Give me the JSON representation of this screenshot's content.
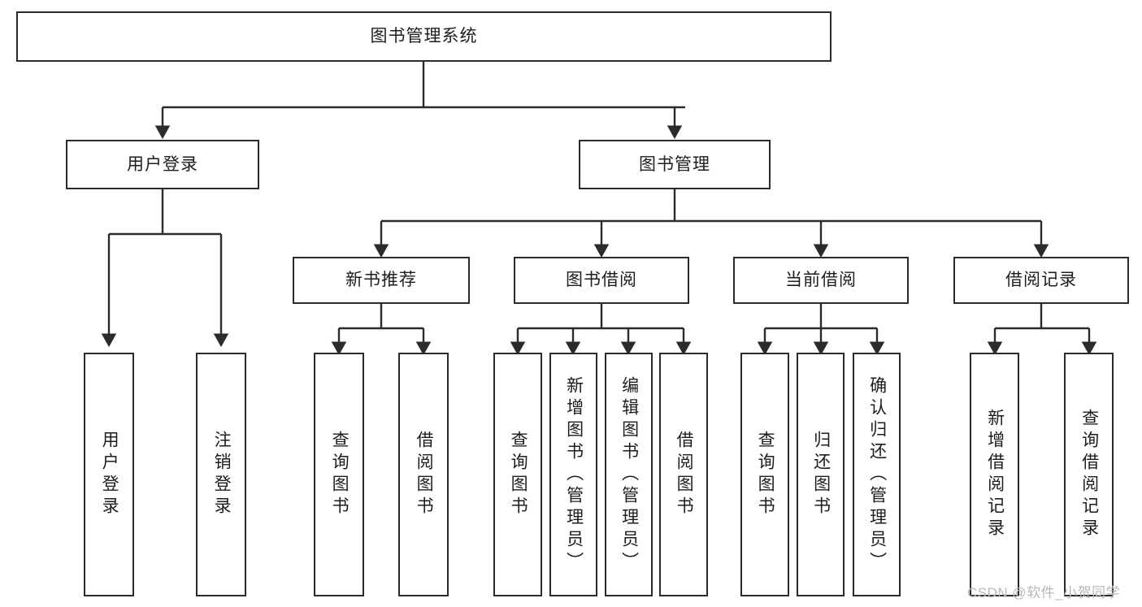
{
  "diagram": {
    "title": "图书管理系统",
    "type": "tree",
    "orientation": "top-down",
    "background_color": "#ffffff",
    "box_border_color": "#2b2b2b",
    "connector_color": "#2b2b2b",
    "text_color": "#1d1d1d"
  },
  "watermark": {
    "text": "CSDN @软件_小贺同学",
    "color": "#b9b9b9"
  },
  "nodes": {
    "root": {
      "id": "root",
      "label": "图书管理系统",
      "level": 1,
      "orientation": "horizontal"
    },
    "level2": [
      {
        "id": "user-login",
        "label": "用户登录",
        "level": 2,
        "orientation": "horizontal"
      },
      {
        "id": "book-manage",
        "label": "图书管理",
        "level": 2,
        "orientation": "horizontal"
      }
    ],
    "level3": [
      {
        "id": "new-book-recommend",
        "label": "新书推荐",
        "level": 3,
        "orientation": "horizontal",
        "parent": "book-manage"
      },
      {
        "id": "book-borrow",
        "label": "图书借阅",
        "level": 3,
        "orientation": "horizontal",
        "parent": "book-manage"
      },
      {
        "id": "current-borrow",
        "label": "当前借阅",
        "level": 3,
        "orientation": "horizontal",
        "parent": "book-manage"
      },
      {
        "id": "borrow-record",
        "label": "借阅记录",
        "level": 3,
        "orientation": "horizontal",
        "parent": "book-manage"
      }
    ],
    "leaves": [
      {
        "id": "leaf-user-login",
        "label": "用户登录",
        "parent": "user-login",
        "orientation": "vertical"
      },
      {
        "id": "leaf-logout-login",
        "label": "注销登录",
        "parent": "user-login",
        "orientation": "vertical"
      },
      {
        "id": "leaf-query-book-1",
        "label": "查询图书",
        "parent": "new-book-recommend",
        "orientation": "vertical"
      },
      {
        "id": "leaf-borrow-book-1",
        "label": "借阅图书",
        "parent": "new-book-recommend",
        "orientation": "vertical"
      },
      {
        "id": "leaf-query-book-2",
        "label": "查询图书",
        "parent": "book-borrow",
        "orientation": "vertical"
      },
      {
        "id": "leaf-add-book",
        "label": "新增图书（管理员）",
        "parent": "book-borrow",
        "orientation": "vertical"
      },
      {
        "id": "leaf-edit-book",
        "label": "编辑图书（管理员）",
        "parent": "book-borrow",
        "orientation": "vertical"
      },
      {
        "id": "leaf-borrow-book-2",
        "label": "借阅图书",
        "parent": "book-borrow",
        "orientation": "vertical"
      },
      {
        "id": "leaf-query-book-3",
        "label": "查询图书",
        "parent": "current-borrow",
        "orientation": "vertical"
      },
      {
        "id": "leaf-return-book",
        "label": "归还图书",
        "parent": "current-borrow",
        "orientation": "vertical"
      },
      {
        "id": "leaf-confirm-return",
        "label": "确认归还（管理员）",
        "parent": "current-borrow",
        "orientation": "vertical"
      },
      {
        "id": "leaf-add-record",
        "label": "新增借阅记录",
        "parent": "borrow-record",
        "orientation": "vertical"
      },
      {
        "id": "leaf-query-record",
        "label": "查询借阅记录",
        "parent": "borrow-record",
        "orientation": "vertical"
      }
    ]
  },
  "edges": [
    {
      "from": "root",
      "to": "user-login"
    },
    {
      "from": "root",
      "to": "book-manage"
    },
    {
      "from": "user-login",
      "to": "leaf-user-login"
    },
    {
      "from": "user-login",
      "to": "leaf-logout-login"
    },
    {
      "from": "book-manage",
      "to": "new-book-recommend"
    },
    {
      "from": "book-manage",
      "to": "book-borrow"
    },
    {
      "from": "book-manage",
      "to": "current-borrow"
    },
    {
      "from": "book-manage",
      "to": "borrow-record"
    },
    {
      "from": "new-book-recommend",
      "to": "leaf-query-book-1"
    },
    {
      "from": "new-book-recommend",
      "to": "leaf-borrow-book-1"
    },
    {
      "from": "book-borrow",
      "to": "leaf-query-book-2"
    },
    {
      "from": "book-borrow",
      "to": "leaf-add-book"
    },
    {
      "from": "book-borrow",
      "to": "leaf-edit-book"
    },
    {
      "from": "book-borrow",
      "to": "leaf-borrow-book-2"
    },
    {
      "from": "current-borrow",
      "to": "leaf-query-book-3"
    },
    {
      "from": "current-borrow",
      "to": "leaf-return-book"
    },
    {
      "from": "current-borrow",
      "to": "leaf-confirm-return"
    },
    {
      "from": "borrow-record",
      "to": "leaf-add-record"
    },
    {
      "from": "borrow-record",
      "to": "leaf-query-record"
    }
  ]
}
